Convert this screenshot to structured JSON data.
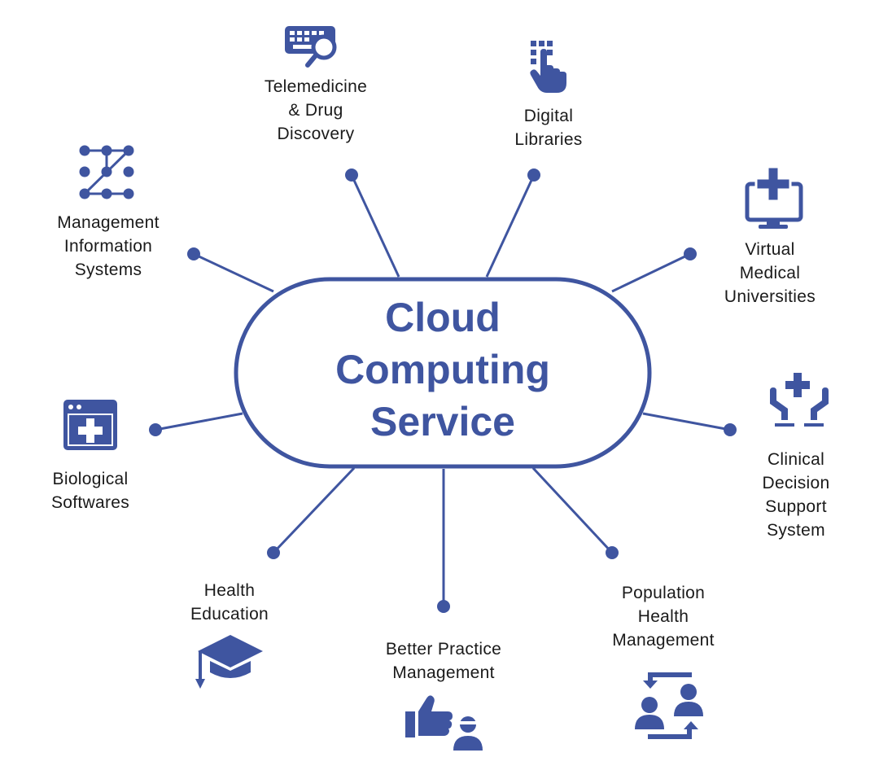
{
  "hub": {
    "label": "Cloud\nComputing\nService"
  },
  "nodes": [
    {
      "id": "telemedicine",
      "label": "Telemedicine\n& Drug\nDiscovery",
      "icon": "keyboard-search-icon"
    },
    {
      "id": "digital-libraries",
      "label": "Digital\nLibraries",
      "icon": "touch-keypad-icon"
    },
    {
      "id": "virtual-medical-universities",
      "label": "Virtual\nMedical\nUniversities",
      "icon": "monitor-medical-cross-icon"
    },
    {
      "id": "clinical-decision-support",
      "label": "Clinical\nDecision\nSupport\nSystem",
      "icon": "hands-medical-cross-icon"
    },
    {
      "id": "population-health",
      "label": "Population\nHealth\nManagement",
      "icon": "people-exchange-icon"
    },
    {
      "id": "better-practice",
      "label": "Better Practice\nManagement",
      "icon": "thumbs-up-doctor-icon"
    },
    {
      "id": "health-education",
      "label": "Health\nEducation",
      "icon": "graduation-cap-icon"
    },
    {
      "id": "biological-softwares",
      "label": "Biological\nSoftwares",
      "icon": "browser-medical-cross-icon"
    },
    {
      "id": "management-info-systems",
      "label": "Management\nInformation\nSystems",
      "icon": "node-network-icon"
    }
  ],
  "colors": {
    "primary": "#3f55a0",
    "text": "#1a1a1a",
    "background": "#ffffff"
  }
}
